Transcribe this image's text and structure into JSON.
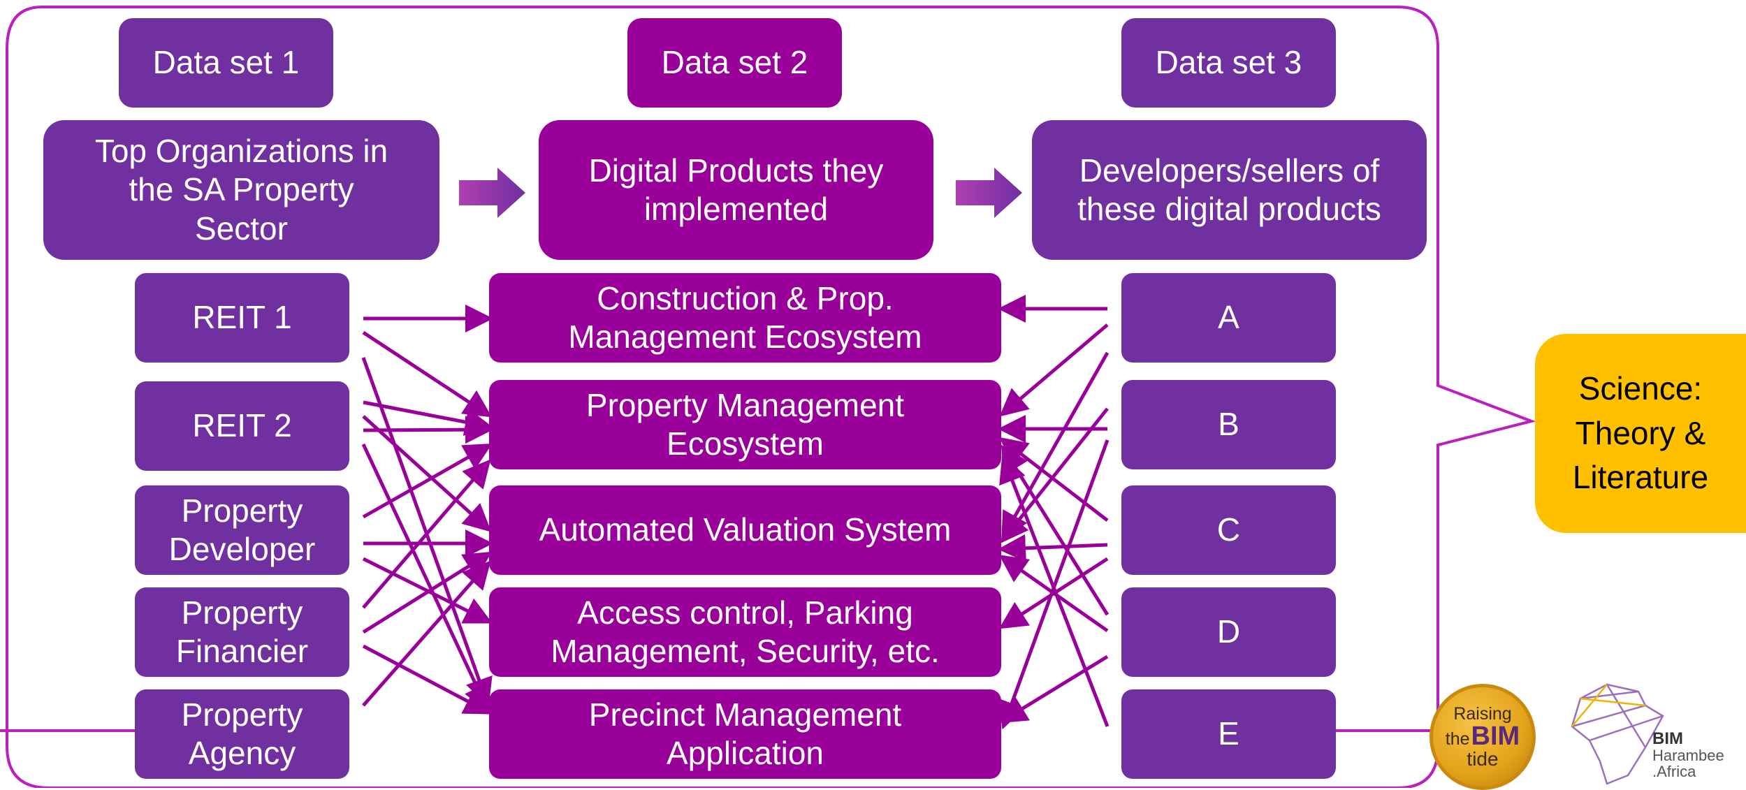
{
  "headers": [
    "Data set 1",
    "Data set 2",
    "Data set 3"
  ],
  "bigboxes": [
    "Top Organizations in\nthe SA Property\nSector",
    "Digital Products they\nimplemented",
    "Developers/sellers of\nthese digital products"
  ],
  "left_items": [
    "REIT 1",
    "REIT 2",
    "Property\nDeveloper",
    "Property\nFinancier",
    "Property\nAgency"
  ],
  "mid_items": [
    "Construction & Prop.\nManagement Ecosystem",
    "Property Management\nEcosystem",
    "Automated Valuation System",
    "Access control, Parking\nManagement, Security, etc.",
    "Precinct Management\nApplication"
  ],
  "right_items": [
    "A",
    "B",
    "C",
    "D",
    "E"
  ],
  "side_label": "Science:\nTheory &\nLiterature",
  "colors": {
    "purple": "#7030a0",
    "magenta": "#990099",
    "callout": "#ffc000"
  },
  "logos": {
    "raising": {
      "line1": "Raising",
      "line2": "the",
      "line3": "BIM",
      "line4": "tide"
    },
    "bim_harambee": {
      "line1": "BIM",
      "line2": "Harambee",
      "line3": ".Africa"
    }
  }
}
